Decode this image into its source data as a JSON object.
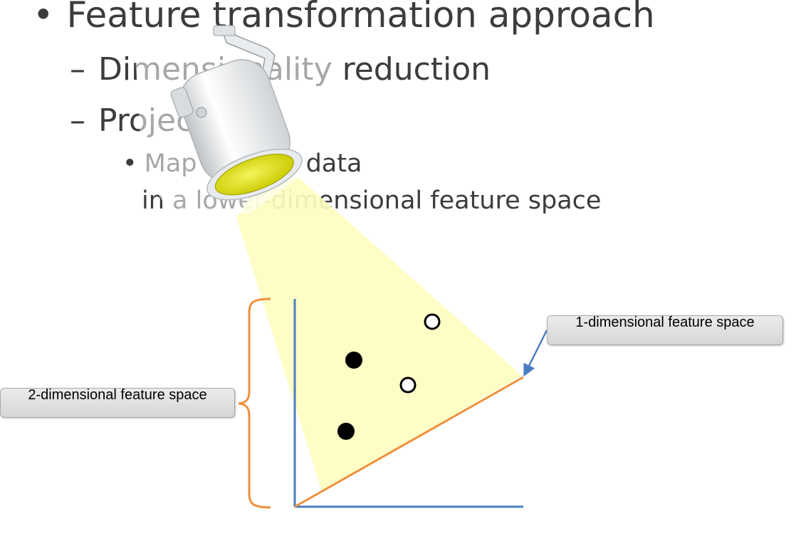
{
  "slide": {
    "bullet_1": "Feature transformation approach",
    "sub_1": "Dimensionality reduction",
    "sub_2": "Projection",
    "subsub_1_line1": "Map original data",
    "subsub_1_line2": "in a lower-dimensional feature space",
    "bullet_char": "•",
    "dash_char": "–"
  },
  "diagram": {
    "label_2d": "2-dimensional feature space",
    "label_1d": "1-dimensional feature space",
    "colors": {
      "axis": "#4a7dc2",
      "projection_line": "#f0903c",
      "brace": "#f0903c",
      "light_beam": "#fdfdc0",
      "lens": "#e6e600"
    },
    "points": [
      {
        "filled": false
      },
      {
        "filled": true
      },
      {
        "filled": false
      },
      {
        "filled": true
      }
    ]
  }
}
